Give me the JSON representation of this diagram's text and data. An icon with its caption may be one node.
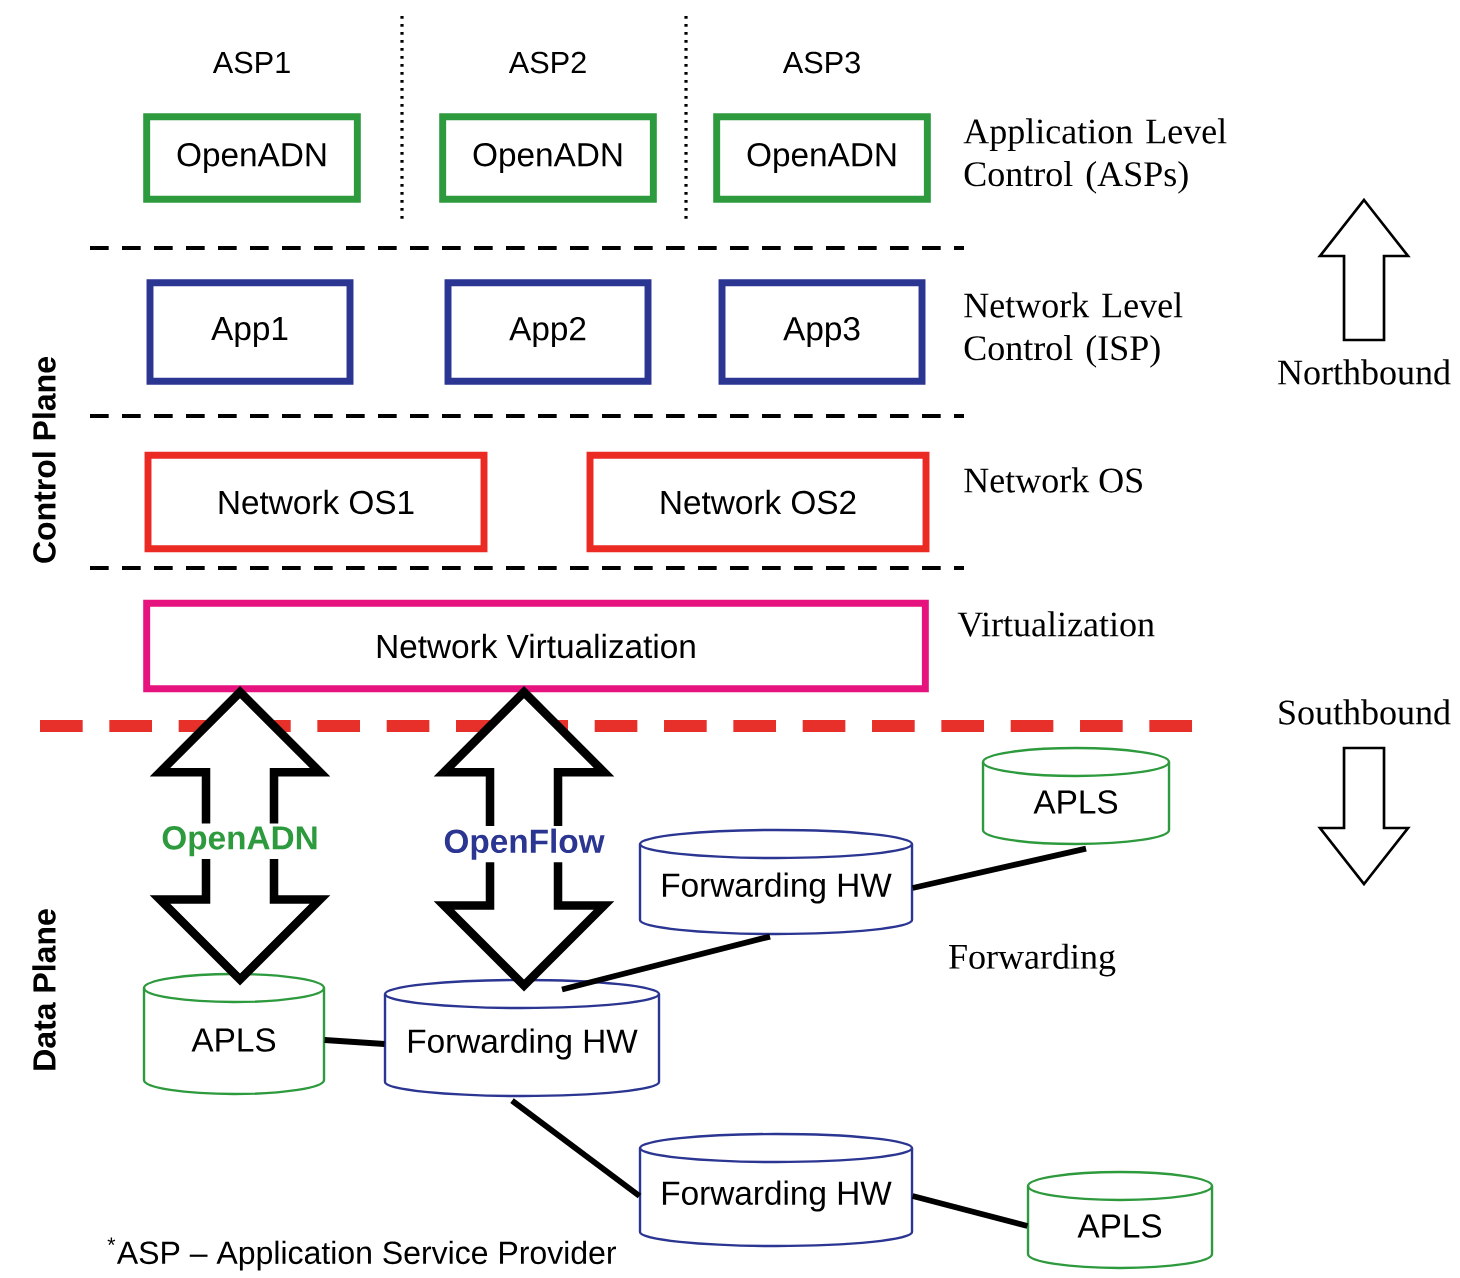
{
  "diagram": {
    "nodes": [
      {
        "text": [
          "OpenADN"
        ],
        "beside": [
          "ASP1"
        ]
      },
      {
        "text": [
          "OpenADN"
        ],
        "beside": [
          "ASP2"
        ]
      },
      {
        "text": [
          "OpenADN"
        ],
        "beside": [
          "ASP3"
        ]
      },
      {
        "text": [
          "App1"
        ]
      },
      {
        "text": [
          "App2"
        ]
      },
      {
        "text": [
          "App3"
        ]
      },
      {
        "text": [
          "Network OS1"
        ]
      },
      {
        "text": [
          "Network OS2"
        ]
      },
      {
        "text": [
          "Network Virtualization"
        ]
      },
      {
        "text": [
          "APLS"
        ]
      },
      {
        "text": [
          "Forwarding HW"
        ]
      },
      {
        "text": [
          "APLS"
        ]
      },
      {
        "text": [
          "Forwarding HW"
        ]
      },
      {
        "text": [
          "Forwarding HW"
        ]
      },
      {
        "text": [
          "APLS"
        ]
      }
    ],
    "edges": [
      {
        "from": 8,
        "to": 11,
        "arrow": "both",
        "label": "OpenADN",
        "style": "thick"
      },
      {
        "from": 8,
        "to": 12,
        "arrow": "both",
        "label": "OpenFlow",
        "style": "thick"
      },
      {
        "from": 11,
        "to": 12,
        "arrow": "none"
      },
      {
        "from": 12,
        "to": 10,
        "arrow": "none"
      },
      {
        "from": 10,
        "to": 9,
        "arrow": "none"
      },
      {
        "from": 12,
        "to": 13,
        "arrow": "none"
      },
      {
        "from": 13,
        "to": 14,
        "arrow": "none"
      }
    ],
    "labels": [
      "Application Level Control (ASPs)",
      "Network Level Control (ISP)",
      "Network OS",
      "Virtualization",
      "Northbound",
      "Southbound",
      "Forwarding",
      "Control Plane",
      "Data Plane",
      "$^{*}$ASP – Application Service Provider"
    ]
  }
}
